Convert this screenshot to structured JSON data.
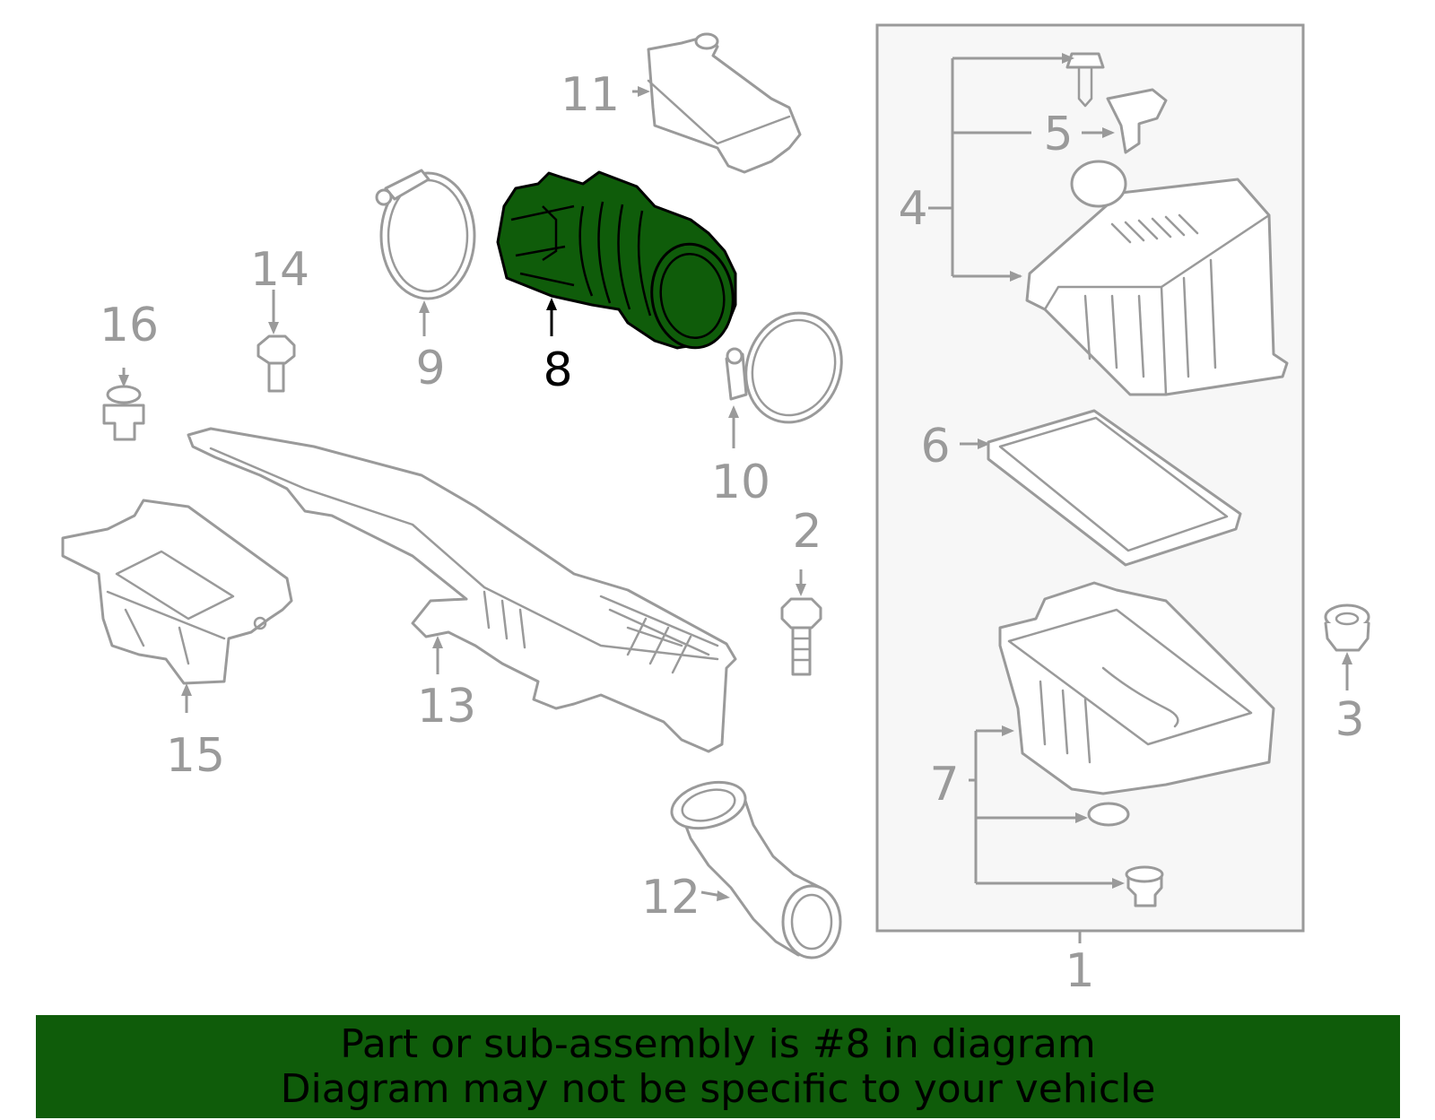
{
  "diagram": {
    "highlight_color": "#0f5c0a",
    "line_color": "#9a9a9a",
    "highlighted_part": "8",
    "callouts": [
      "1",
      "2",
      "3",
      "4",
      "5",
      "6",
      "7",
      "8",
      "9",
      "10",
      "11",
      "12",
      "13",
      "14",
      "15",
      "16"
    ]
  },
  "banner": {
    "background": "#0f5c0a",
    "line1": "Part or sub-assembly is #8 in diagram",
    "line2": "Diagram may not be specific to your vehicle"
  }
}
